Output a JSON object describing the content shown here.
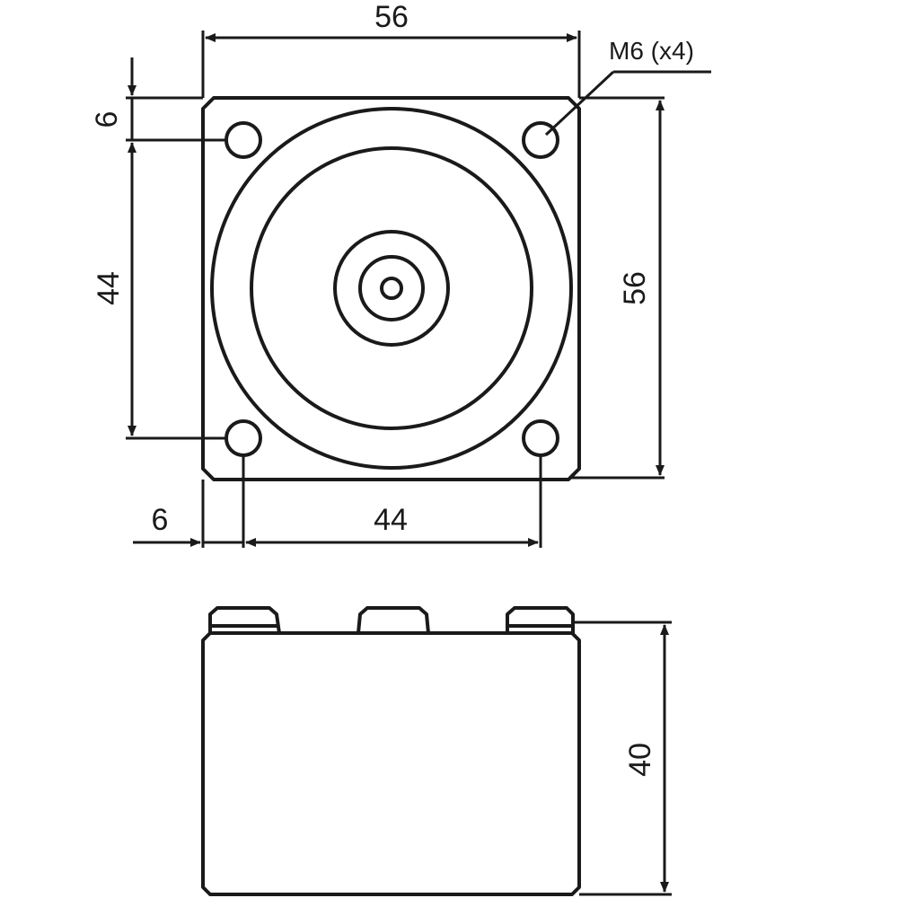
{
  "dimensions": {
    "top_width": "56",
    "right_height": "56",
    "left_offset_top": "6",
    "left_hole_spacing": "44",
    "bottom_offset": "6",
    "bottom_hole_spacing": "44",
    "side_height": "40"
  },
  "callout": {
    "thread_label": "M6 (x4)"
  }
}
